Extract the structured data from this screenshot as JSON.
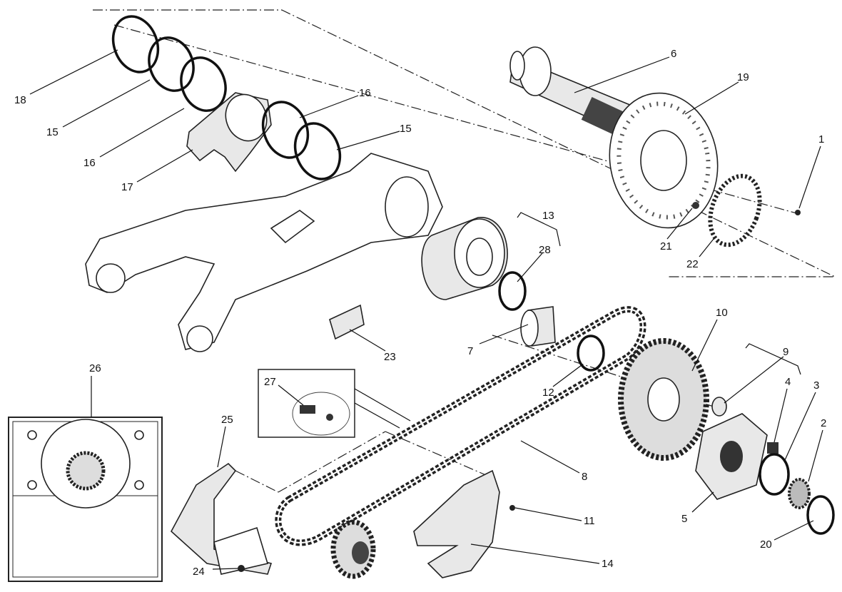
{
  "diagram": {
    "type": "exploded-parts-view",
    "callouts": [
      "1",
      "2",
      "3",
      "4",
      "5",
      "6",
      "7",
      "8",
      "9",
      "10",
      "11",
      "12",
      "13",
      "14",
      "15",
      "15",
      "16",
      "16",
      "17",
      "18",
      "19",
      "20",
      "21",
      "22",
      "23",
      "24",
      "25",
      "26",
      "27",
      "28"
    ]
  }
}
